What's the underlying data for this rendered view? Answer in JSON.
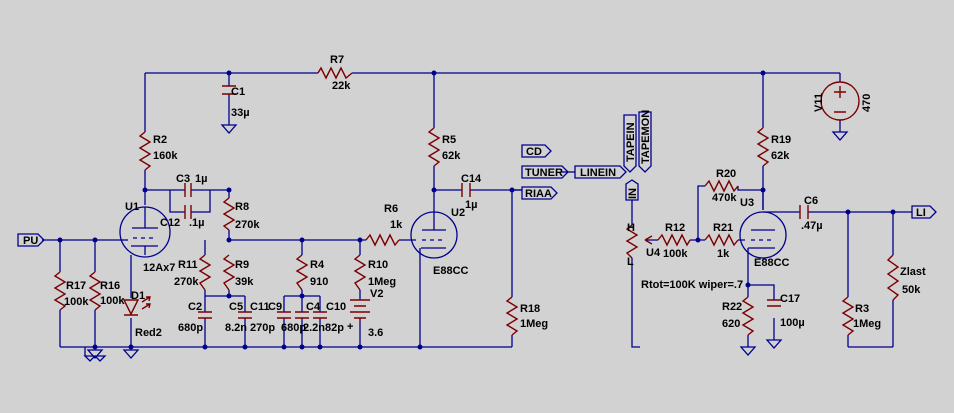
{
  "components": [
    {
      "id": "r7",
      "ref": "R7",
      "value": "22k"
    },
    {
      "id": "c1",
      "ref": "C1",
      "value": "33µ"
    },
    {
      "id": "r2",
      "ref": "R2",
      "value": "160k"
    },
    {
      "id": "c3",
      "ref": "C3",
      "value": "1µ"
    },
    {
      "id": "r8",
      "ref": "R8",
      "value": "270k"
    },
    {
      "id": "c12",
      "ref": "C12",
      "value": ".1µ"
    },
    {
      "id": "u1",
      "ref": "U1",
      "value": "12Ax7"
    },
    {
      "id": "r17",
      "ref": "R17",
      "value": "100k"
    },
    {
      "id": "r16",
      "ref": "R16",
      "value": "100k"
    },
    {
      "id": "d1",
      "ref": "D1",
      "value": "Red2"
    },
    {
      "id": "r11",
      "ref": "R11",
      "value": "270k"
    },
    {
      "id": "r9",
      "ref": "R9",
      "value": "39k"
    },
    {
      "id": "r4",
      "ref": "R4",
      "value": "910"
    },
    {
      "id": "r10",
      "ref": "R10",
      "value": "1Meg"
    },
    {
      "id": "c2",
      "ref": "C2",
      "value": "680p"
    },
    {
      "id": "c5",
      "ref": "C5",
      "value": "8.2n"
    },
    {
      "id": "c11",
      "ref": "C11",
      "value": "270p"
    },
    {
      "id": "c9",
      "ref": "C9",
      "value": "680p"
    },
    {
      "id": "c4",
      "ref": "C4",
      "value": "2.2n"
    },
    {
      "id": "c10",
      "ref": "C10",
      "value": "82p"
    },
    {
      "id": "v2",
      "ref": "V2",
      "value": "3.6"
    },
    {
      "id": "r6",
      "ref": "R6",
      "value": "1k"
    },
    {
      "id": "u2",
      "ref": "U2",
      "value": "E88CC"
    },
    {
      "id": "r5",
      "ref": "R5",
      "value": "62k"
    },
    {
      "id": "c14",
      "ref": "C14",
      "value": "1µ"
    },
    {
      "id": "r18",
      "ref": "R18",
      "value": "1Meg"
    },
    {
      "id": "v11",
      "ref": "V11",
      "value": "470"
    },
    {
      "id": "r19",
      "ref": "R19",
      "value": "62k"
    },
    {
      "id": "r20",
      "ref": "R20",
      "value": "470k"
    },
    {
      "id": "c6",
      "ref": "C6",
      "value": ".47µ"
    },
    {
      "id": "r12",
      "ref": "R12",
      "value": "100k"
    },
    {
      "id": "r21",
      "ref": "R21",
      "value": "1k"
    },
    {
      "id": "u3",
      "ref": "U3",
      "value": "E88CC"
    },
    {
      "id": "u4",
      "ref": "U4",
      "value": ""
    },
    {
      "id": "r22",
      "ref": "R22",
      "value": "620"
    },
    {
      "id": "c17",
      "ref": "C17",
      "value": "100µ"
    },
    {
      "id": "r3",
      "ref": "R3",
      "value": "1Meg"
    },
    {
      "id": "zlast",
      "ref": "Zlast",
      "value": "50k"
    }
  ],
  "flags": {
    "pu": "PU",
    "cd": "CD",
    "tuner": "TUNER",
    "linein": "LINEIN",
    "riaa": "RIAA",
    "tapein": "TAPEIN",
    "tapemon": "TAPEMON",
    "in": "IN",
    "li": "LI"
  },
  "pot_pins": {
    "h": "H",
    "l": "L"
  },
  "directive": "Rtot=100K wiper=.7"
}
